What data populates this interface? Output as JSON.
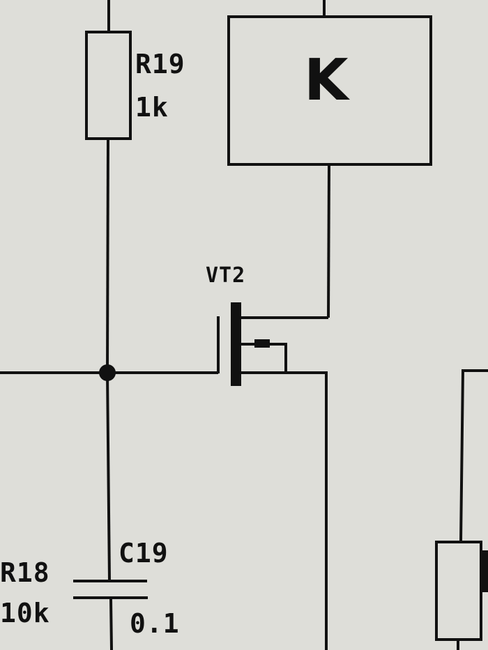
{
  "schematic": {
    "components": {
      "R19": {
        "ref": "R19",
        "value": "1k",
        "type": "resistor"
      },
      "K": {
        "ref": "K",
        "type": "relay"
      },
      "VT2": {
        "ref": "VT2",
        "type": "mosfet"
      },
      "R18": {
        "ref": "R18",
        "value": "10k",
        "type": "resistor"
      },
      "C19": {
        "ref": "C19",
        "value": "0.1",
        "type": "capacitor"
      }
    },
    "colors": {
      "wire": "#111111",
      "background": "#deded9"
    }
  }
}
